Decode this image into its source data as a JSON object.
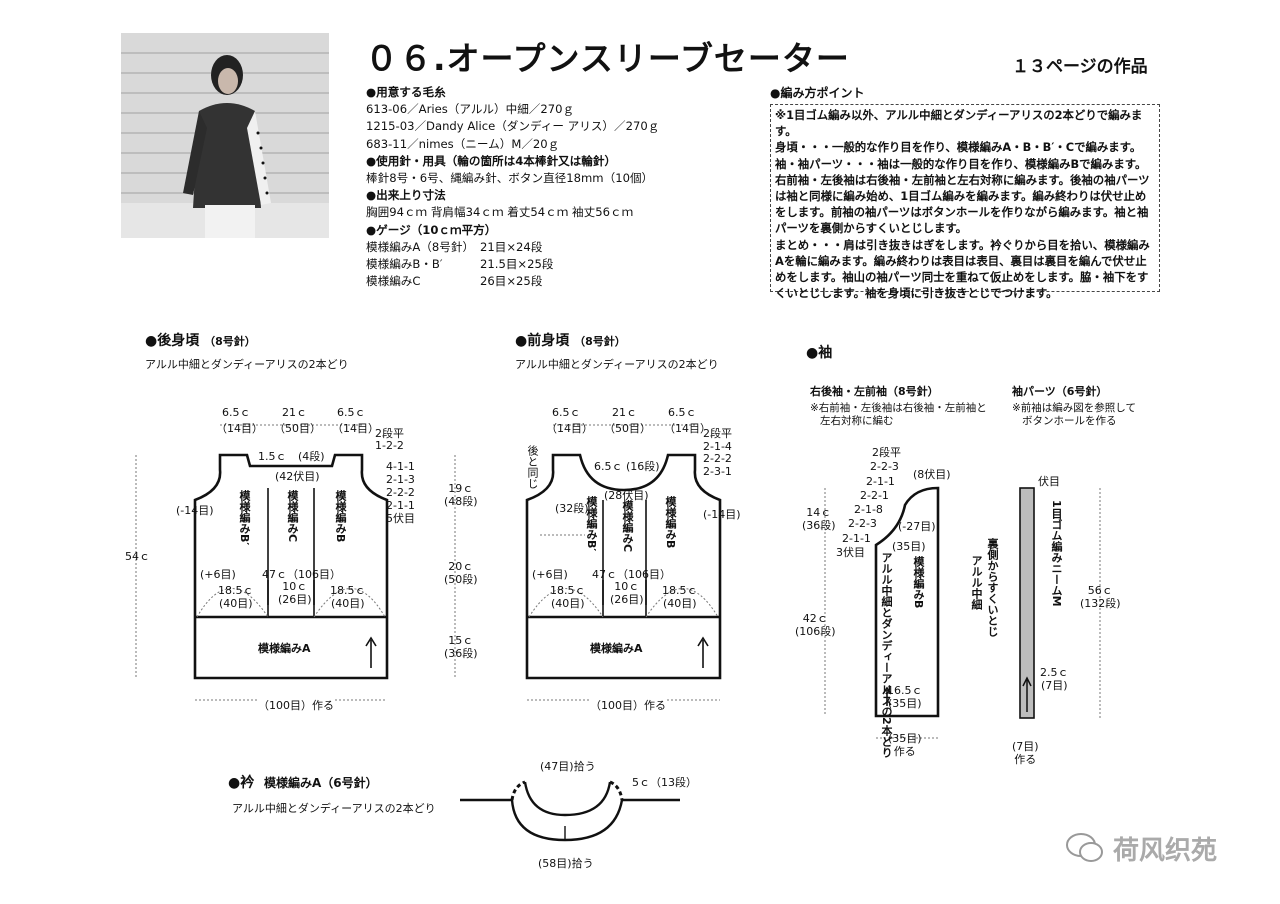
{
  "title": "０６.オープンスリーブセーター",
  "page_ref": "１３ページの作品",
  "materials": {
    "yarn_head": "●用意する毛糸",
    "yarn_lines": [
      "613-06／Aries（アルル）中細／270ｇ",
      "1215-03／Dandy Alice（ダンディー アリス）／270ｇ",
      "683-11／nimes（ニーム）M／20ｇ"
    ],
    "tools_head": "●使用針・用具（輪の箇所は4本棒針又は輪針）",
    "tools_line": "棒針8号・6号、縄編み針、ボタン直径18mm（10個）",
    "size_head": "●出来上り寸法",
    "size_line": "胸囲94ｃｍ 背肩幅34ｃｍ 着丈54ｃｍ 袖丈56ｃｍ",
    "gauge_head": "●ゲージ（10ｃｍ平方）",
    "gauge_rows": [
      {
        "name": "模様編みA（8号針）",
        "value": "21目×24段"
      },
      {
        "name": "模様編みB・B′",
        "value": "21.5目×25段"
      },
      {
        "name": "模様編みC",
        "value": "26目×25段"
      }
    ]
  },
  "points": {
    "head": "●編み方ポイント",
    "lines": [
      "※1目ゴム編み以外、アルル中細とダンディーアリスの2本どりで編みます。",
      "身頃・・・一般的な作り目を作り、模様編みA・B・B′・Cで編みます。",
      "袖・袖パーツ・・・袖は一般的な作り目を作り、模様編みBで編みます。右前袖・左後袖は右後袖・左前袖と左右対称に編みます。後袖の袖パーツは袖と同様に編み始め、1目ゴム編みを編みます。編み終わりは伏せ止めをします。前袖の袖パーツはボタンホールを作りながら編みます。袖と袖パーツを裏側からすくいとじします。",
      "まとめ・・・肩は引き抜きはぎをします。衿ぐりから目を拾い、模様編みAを輪に編みます。編み終わりは表目は表目、裏目は裏目を編んで伏せ止めをします。袖山の袖パーツ同士を重ねて仮止めをします。脇・袖下をすくいとじします。袖を身頃に引き抜きとじでつけます。"
    ]
  },
  "back": {
    "title": "●後身頃",
    "needle": "（8号針）",
    "yarn_note": "アルル中細とダンディーアリスの2本どり",
    "top": [
      "6.5ｃ",
      "21ｃ",
      "6.5ｃ"
    ],
    "top_st": [
      "（14目）",
      "（50目）",
      "（14目）"
    ],
    "neck": "1.5ｃ",
    "neck_rows": "(4段)",
    "neck_bind": "(42伏目)",
    "dec": [
      "2段平",
      "1-2-2"
    ],
    "arm": [
      "4-1-1",
      "2-1-3",
      "2-2-2",
      "2-1-1",
      "5伏目"
    ],
    "side": "(-14目)",
    "len": "54ｃ",
    "r1": "19ｃ",
    "r1s": "(48段)",
    "r2": "20ｃ",
    "r2s": "(50段)",
    "r3": "15ｃ",
    "r3s": "(36段)",
    "plus": "(+6目)",
    "body_w": "47ｃ（106目）",
    "pB2": "模様編みB′",
    "pC": "模様編みC",
    "pB": "模様編みB",
    "b1": "18.5ｃ",
    "b1s": "(40目)",
    "b2": "10ｃ",
    "b2s": "(26目)",
    "b3": "18.5ｃ",
    "b3s": "(40目)",
    "pA": "模様編みA",
    "cast": "（100目）作る"
  },
  "front": {
    "title": "●前身頃",
    "needle": "（8号針）",
    "yarn_note": "アルル中細とダンディーアリスの2本どり",
    "top": [
      "6.5ｃ",
      "21ｃ",
      "6.5ｃ"
    ],
    "top_st": [
      "（14目）",
      "（50目）",
      "（14目）"
    ],
    "neck": "6.5ｃ",
    "neck_rows": "(16段)",
    "neck_bind": "(28伏目)",
    "dec": [
      "2段平",
      "2-1-4",
      "2-2-2",
      "2-3-1"
    ],
    "same": "後と同じ",
    "pick": "(32段)",
    "side": "(-14目)",
    "plus": "(+6目)",
    "body_w": "47ｃ（106目）",
    "pB2": "模様編みB′",
    "pC": "模様編みC",
    "pB": "模様編みB",
    "b1": "18.5ｃ",
    "b1s": "(40目)",
    "b2": "10ｃ",
    "b2s": "(26目)",
    "b3": "18.5ｃ",
    "b3s": "(40目)",
    "pA": "模様編みA",
    "cast": "（100目）作る"
  },
  "sleeve": {
    "title": "●袖",
    "part1_title": "右後袖・左前袖（8号針）",
    "part1_note": [
      "※右前袖・左後袖は右後袖・左前袖と",
      "左右対称に編む"
    ],
    "part2_title": "袖パーツ（6号針）",
    "part2_note": [
      "※前袖は編み図を参照して",
      "ボタンホールを作る"
    ],
    "cap": [
      "2段平",
      "2-2-3",
      "2-1-1",
      "2-2-1",
      "2-1-8",
      "2-2-3",
      "2-1-1",
      "3伏目"
    ],
    "bind": "(8伏目)",
    "r1": "14ｃ",
    "r1s": "(36段)",
    "dec": "(-27目)",
    "mid": "(35目)",
    "r2": "42ｃ",
    "r2s": "(106段)",
    "yarn": "アルル中細とダンディーアリスの2本どり",
    "pattern": "模様編みB",
    "w": "16.5ｃ",
    "ws": "(35目)",
    "cast": "(35目)",
    "cast2": "作る",
    "join": "裏側からすくいとじ",
    "join2": "アルル中細",
    "p_bind": "伏目",
    "p_pat": "1目ゴム編みニームM",
    "p_len": "56ｃ",
    "p_lens": "(132段)",
    "p_w": "2.5ｃ",
    "p_ws": "(7目)",
    "p_cast": "(7目)",
    "p_cast2": "作る"
  },
  "collar": {
    "title": "●衿",
    "pattern": "模様編みA（6号針）",
    "yarn_note": "アルル中細とダンディーアリスの2本どり",
    "pick1": "(47目)拾う",
    "h": "5ｃ（13段）",
    "pick2": "(58目)拾う"
  },
  "watermark": "荷风织苑"
}
